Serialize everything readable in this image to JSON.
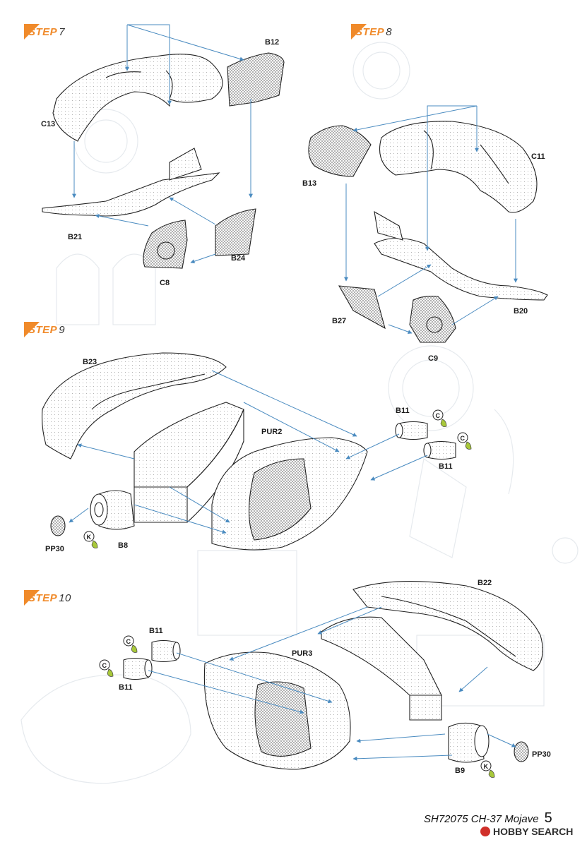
{
  "steps": [
    {
      "prefix": "STEP",
      "number": "7"
    },
    {
      "prefix": "STEP",
      "number": "8"
    },
    {
      "prefix": "STEP",
      "number": "9"
    },
    {
      "prefix": "STEP",
      "number": "10"
    }
  ],
  "part_labels": {
    "b12": "B12",
    "c13": "C13",
    "b21": "B21",
    "b24": "B24",
    "c8": "C8",
    "b13": "B13",
    "c11": "C11",
    "b27": "B27",
    "b20": "B20",
    "c9": "C9",
    "b23": "B23",
    "pur2": "PUR2",
    "b11_s9a": "B11",
    "b11_s9b": "B11",
    "pp30_s9": "PP30",
    "b8": "B8",
    "b22": "B22",
    "b11_s10a": "B11",
    "pur3": "PUR3",
    "b11_s10b": "B11",
    "pp30_s10": "PP30",
    "b9": "B9"
  },
  "glue_markers": {
    "c": "C",
    "k": "K"
  },
  "footer": {
    "code": "SH72075 CH-37 Mojave",
    "page_number": "5"
  },
  "watermark": {
    "brand": "HOBBY SEARCH"
  },
  "colors": {
    "step_orange": "#f08a2a",
    "arrow_blue": "#4a8bc0",
    "glue_green": "#a8c83a"
  }
}
